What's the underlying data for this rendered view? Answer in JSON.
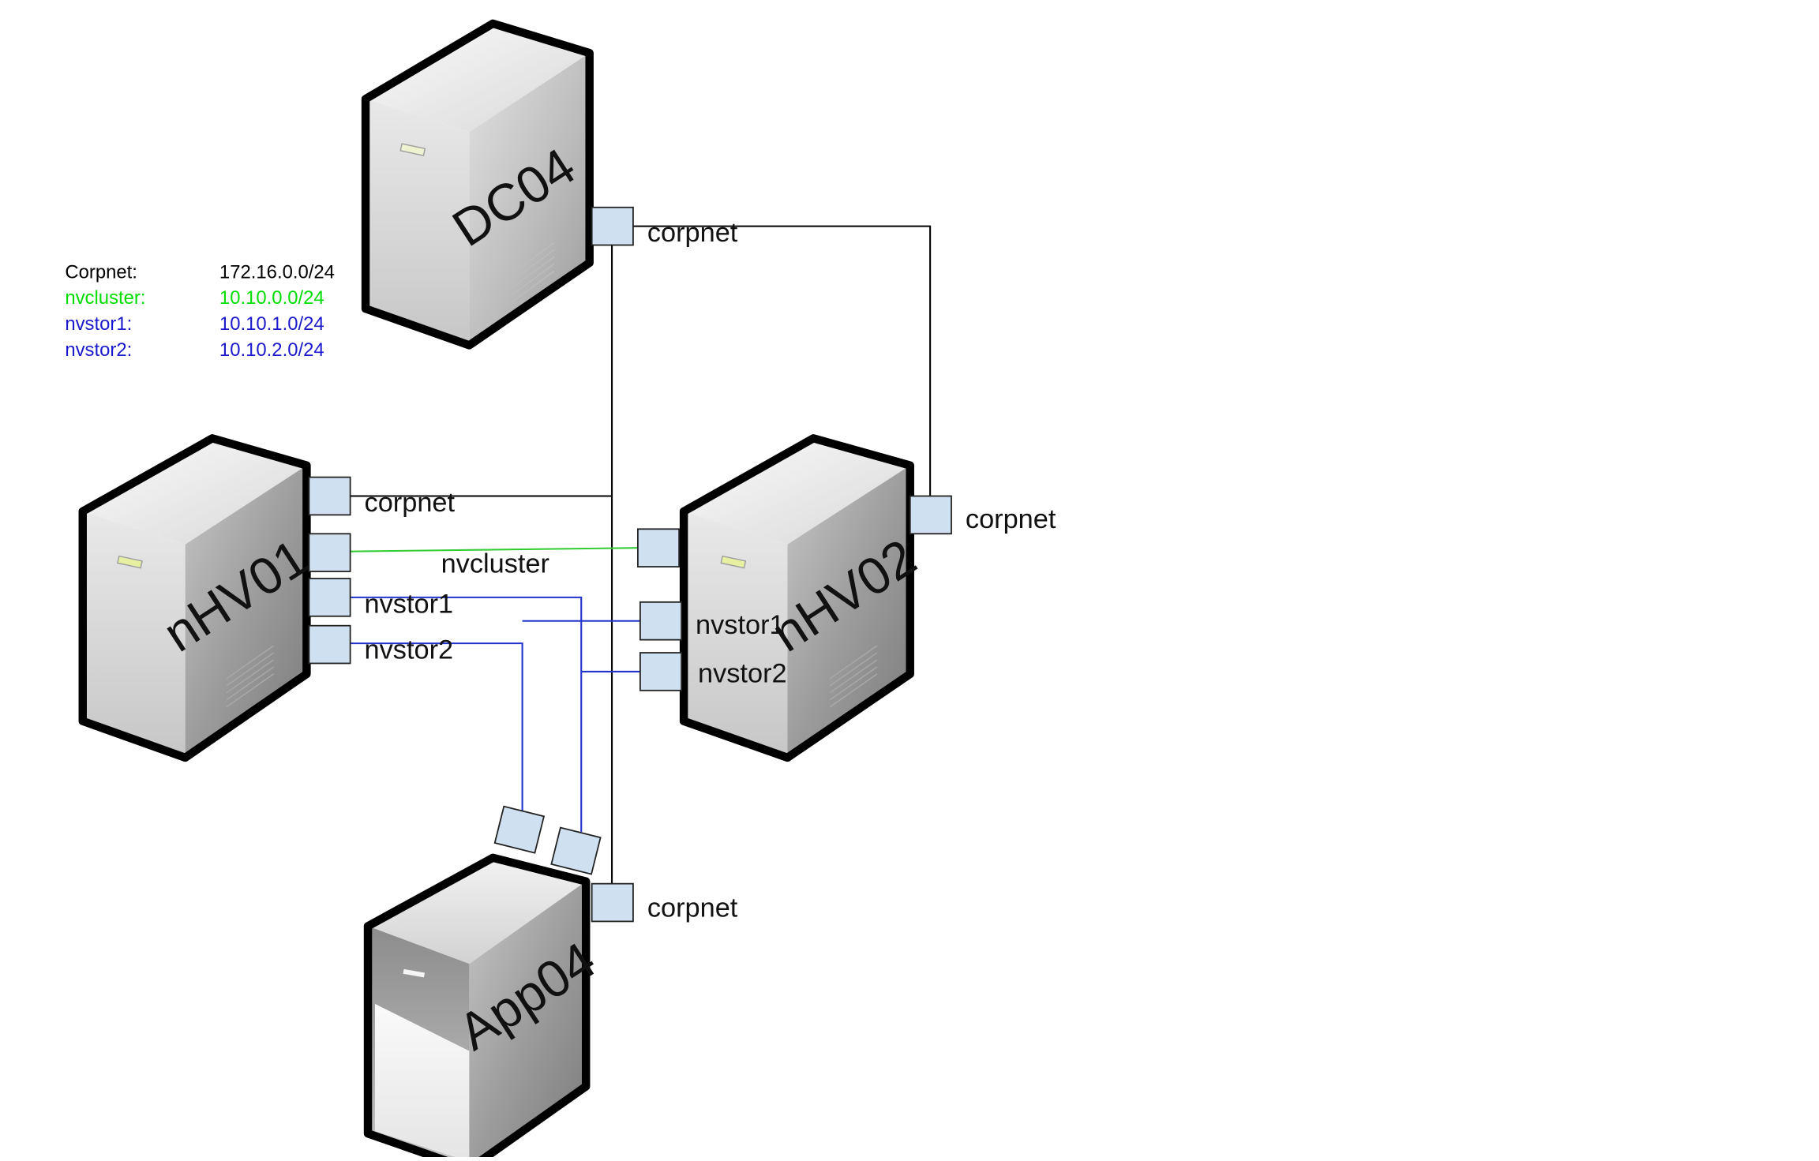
{
  "legend": [
    {
      "name": "Corpnet:",
      "subnet": "172.16.0.0/24",
      "name_color": "#000000",
      "subnet_color": "#000000"
    },
    {
      "name": "nvcluster:",
      "subnet": "10.10.0.0/24",
      "name_color": "#00dd00",
      "subnet_color": "#00dd00"
    },
    {
      "name": "nvstor1:",
      "subnet": "10.10.1.0/24",
      "name_color": "#1a1acc",
      "subnet_color": "#1a1acc"
    },
    {
      "name": "nvstor2:",
      "subnet": "10.10.2.0/24",
      "name_color": "#1a1acc",
      "subnet_color": "#1a1acc"
    }
  ],
  "servers": {
    "dc04": "DC04",
    "nhv01": "nHV01",
    "nhv02": "nHV02",
    "app04": "App04"
  },
  "links": {
    "dc04_corpnet": "corpnet",
    "nhv01_corpnet": "corpnet",
    "nhv01_nvcluster": "nvcluster",
    "nhv01_nvstor1": "nvstor1",
    "nhv01_nvstor2": "nvstor2",
    "nhv02_corpnet": "corpnet",
    "nhv02_nvstor1": "nvstor1",
    "nhv02_nvstor2": "nvstor2",
    "app04_corpnet": "corpnet"
  },
  "colors": {
    "corpnet_line": "#000000",
    "nvcluster_line": "#33cc33",
    "nvstor_line": "#2233cc",
    "nic_fill": "#cfe0f0",
    "nic_stroke": "#222222"
  }
}
